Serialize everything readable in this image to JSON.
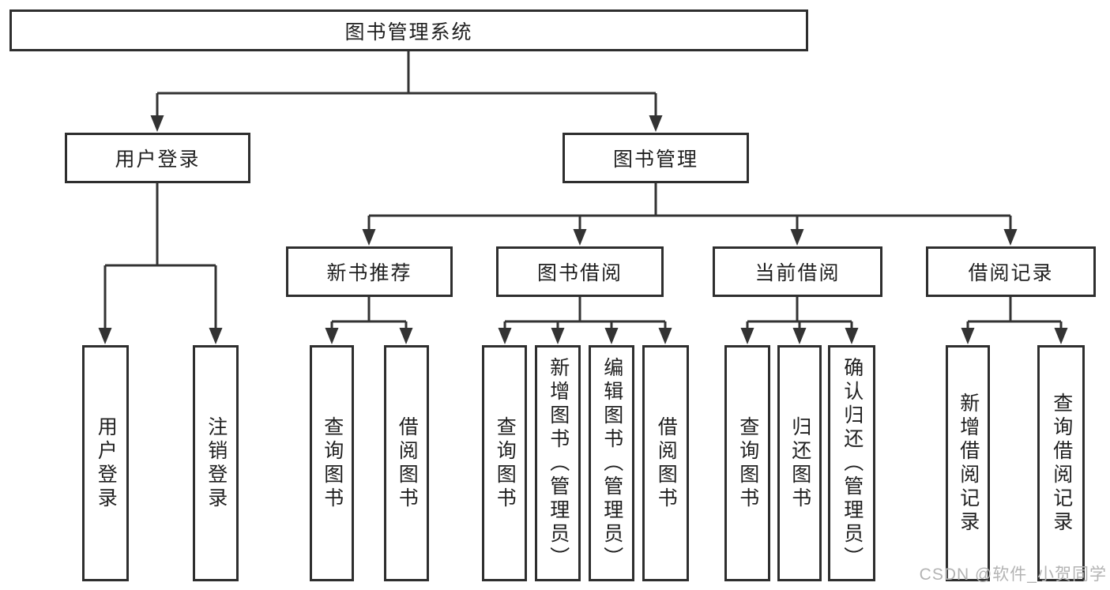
{
  "tree": {
    "label": "图书管理系统",
    "children": [
      {
        "label": "用户登录",
        "children": [
          {
            "label": "用户登录"
          },
          {
            "label": "注销登录"
          }
        ]
      },
      {
        "label": "图书管理",
        "children": [
          {
            "label": "新书推荐",
            "children": [
              {
                "label": "查询图书"
              },
              {
                "label": "借阅图书"
              }
            ]
          },
          {
            "label": "图书借阅",
            "children": [
              {
                "label": "查询图书"
              },
              {
                "label": "新增图书（管理员）"
              },
              {
                "label": "编辑图书（管理员）"
              },
              {
                "label": "借阅图书"
              }
            ]
          },
          {
            "label": "当前借阅",
            "children": [
              {
                "label": "查询图书"
              },
              {
                "label": "归还图书"
              },
              {
                "label": "确认归还（管理员）"
              }
            ]
          },
          {
            "label": "借阅记录",
            "children": [
              {
                "label": "新增借阅记录"
              },
              {
                "label": "查询借阅记录"
              }
            ]
          }
        ]
      }
    ]
  },
  "watermark": {
    "text": "CSDN @软件_小贺同学"
  },
  "colors": {
    "line": "#333333",
    "box_border": "#2e2e2e",
    "text": "#1f1f1f",
    "watermark": "#b3b3b3",
    "background": "#ffffff"
  }
}
